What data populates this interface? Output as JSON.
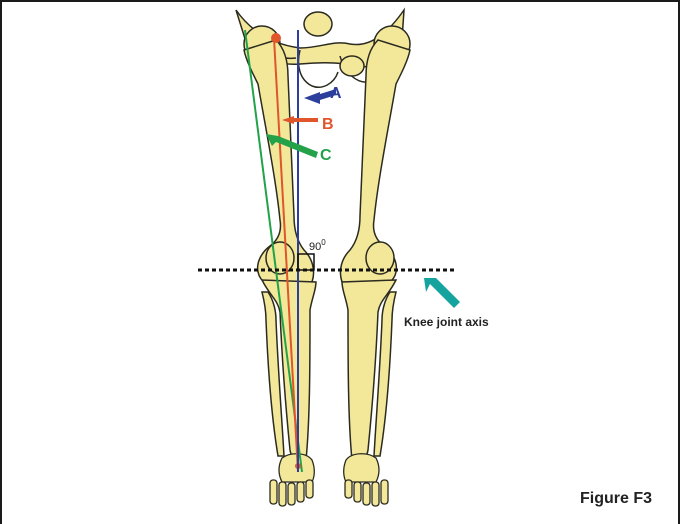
{
  "labels": {
    "a": "A",
    "b": "B",
    "c": "C",
    "angle_base": "90",
    "angle_sup": "0",
    "knee_axis": "Knee joint axis",
    "figure": "Figure F3"
  },
  "colors": {
    "bone_fill": "#f3e79a",
    "bone_stroke": "#2b2b20",
    "axis_a": "#2d3f9c",
    "axis_b": "#e0552a",
    "axis_c": "#23a24a",
    "teal_arrow": "#15a3a0",
    "text_dark": "#222222"
  },
  "icons": [
    "arrow-a-icon",
    "arrow-b-icon",
    "arrow-c-icon",
    "knee-axis-arrow-icon",
    "right-angle-icon"
  ]
}
